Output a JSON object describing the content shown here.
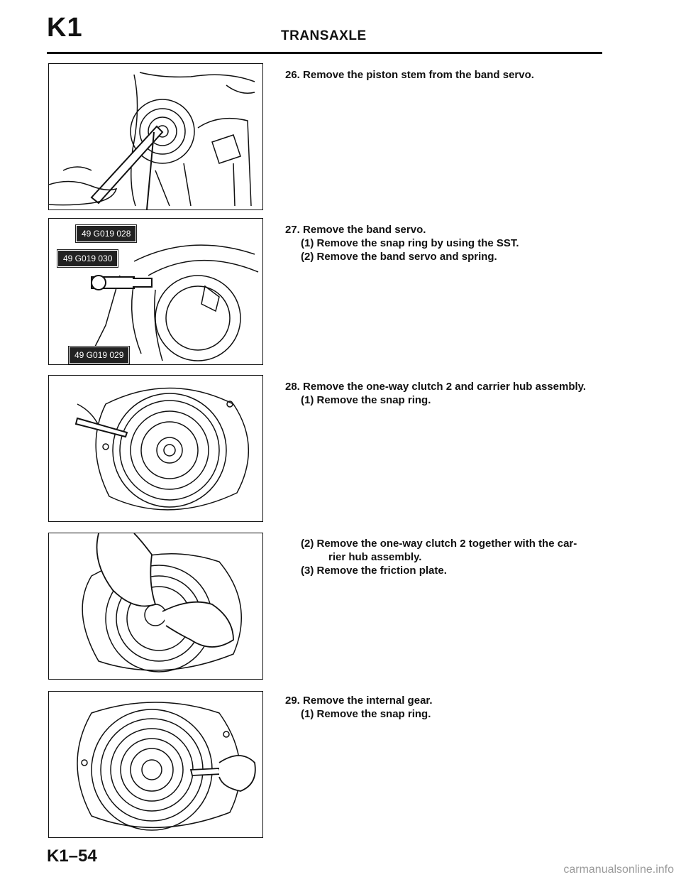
{
  "header": {
    "section_code": "K1",
    "title": "TRANSAXLE"
  },
  "figures": [
    {
      "sst_labels": []
    },
    {
      "sst_labels": [
        "49 G019 028",
        "49 G019 030",
        "49 G019 029"
      ]
    },
    {
      "sst_labels": []
    },
    {
      "sst_labels": []
    },
    {
      "sst_labels": []
    }
  ],
  "steps": {
    "s26": {
      "title": "26. Remove the piston stem from the band servo."
    },
    "s27": {
      "title": "27. Remove the band servo.",
      "sub1_pre": "(1) Remove the snap ring by using the ",
      "sub1_bold": "SST",
      "sub1_post": ".",
      "sub2": "(2) Remove the band servo and spring."
    },
    "s28": {
      "title": "28. Remove the one-way clutch 2 and carrier hub assembly.",
      "sub1": "(1) Remove the snap ring."
    },
    "s28b": {
      "sub2_line1": "(2) Remove the one-way clutch 2 together with the car-",
      "sub2_line2": "rier hub assembly.",
      "sub3": "(3) Remove the friction plate."
    },
    "s29": {
      "title": "29. Remove the internal gear.",
      "sub1": "(1) Remove the snap ring."
    }
  },
  "footer": {
    "page_number": "K1–54",
    "watermark": "carmanualsonline.info"
  }
}
